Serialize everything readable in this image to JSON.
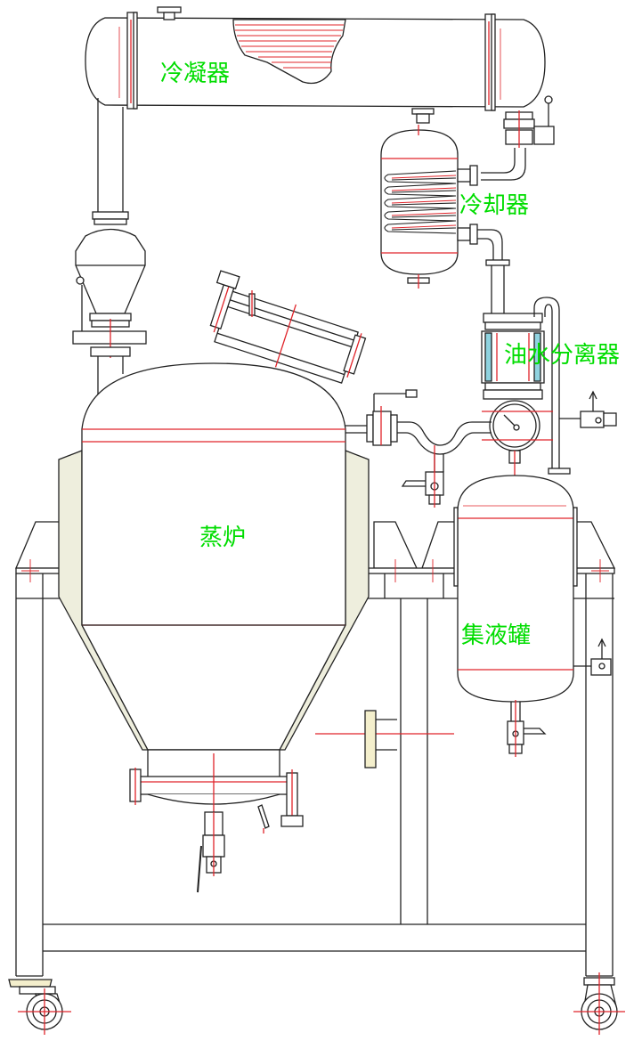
{
  "labels": {
    "condenser": "冷凝器",
    "cooler": "冷却器",
    "separator": "油水分离器",
    "boiler": "蒸炉",
    "collector": "集液罐"
  },
  "colors": {
    "line": "#222222",
    "red": "#e0242a",
    "jacket": "#eeeedd",
    "label": "#00dd00",
    "glass": "#8fd3e0"
  }
}
